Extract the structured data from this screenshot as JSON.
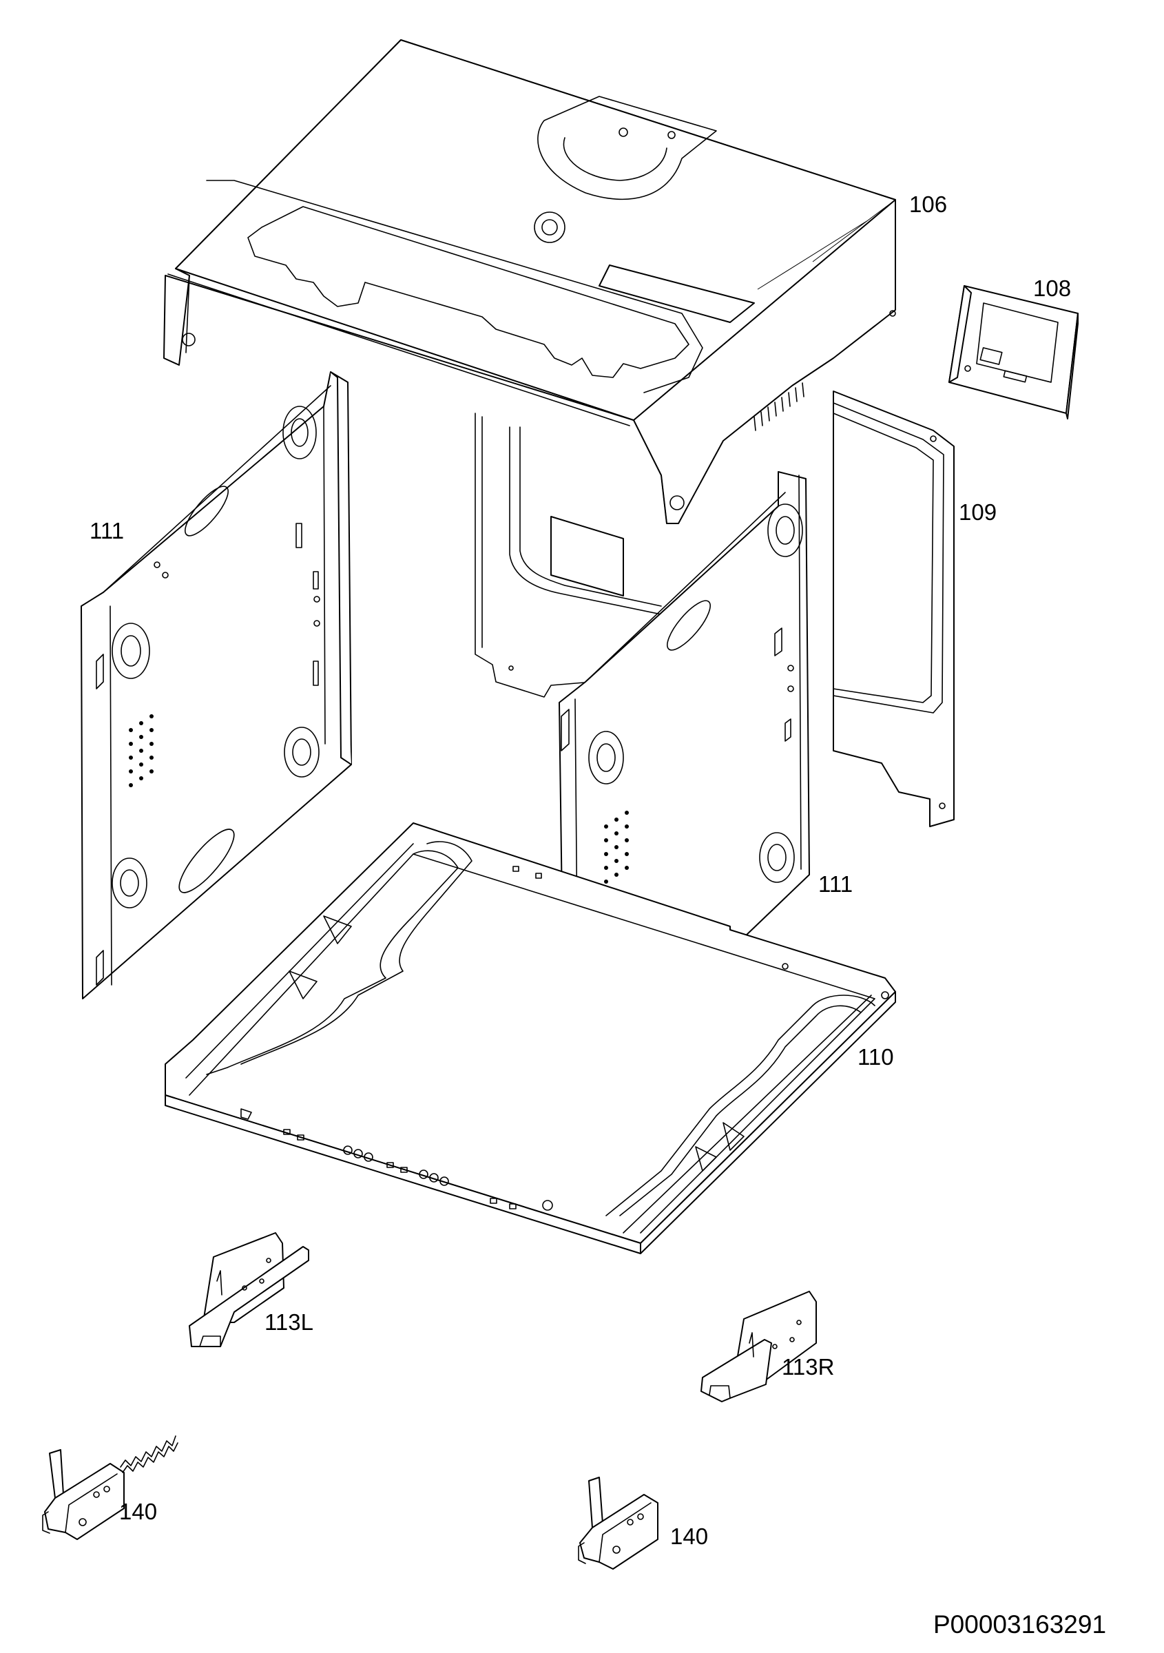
{
  "diagram": {
    "labels": {
      "p106": "106",
      "p108": "108",
      "p109": "109",
      "p111_left": "111",
      "p111_right": "111",
      "p110": "110",
      "p113L": "113L",
      "p113R": "113R",
      "p140_left": "140",
      "p140_right": "140"
    },
    "document_id": "P00003163291"
  }
}
